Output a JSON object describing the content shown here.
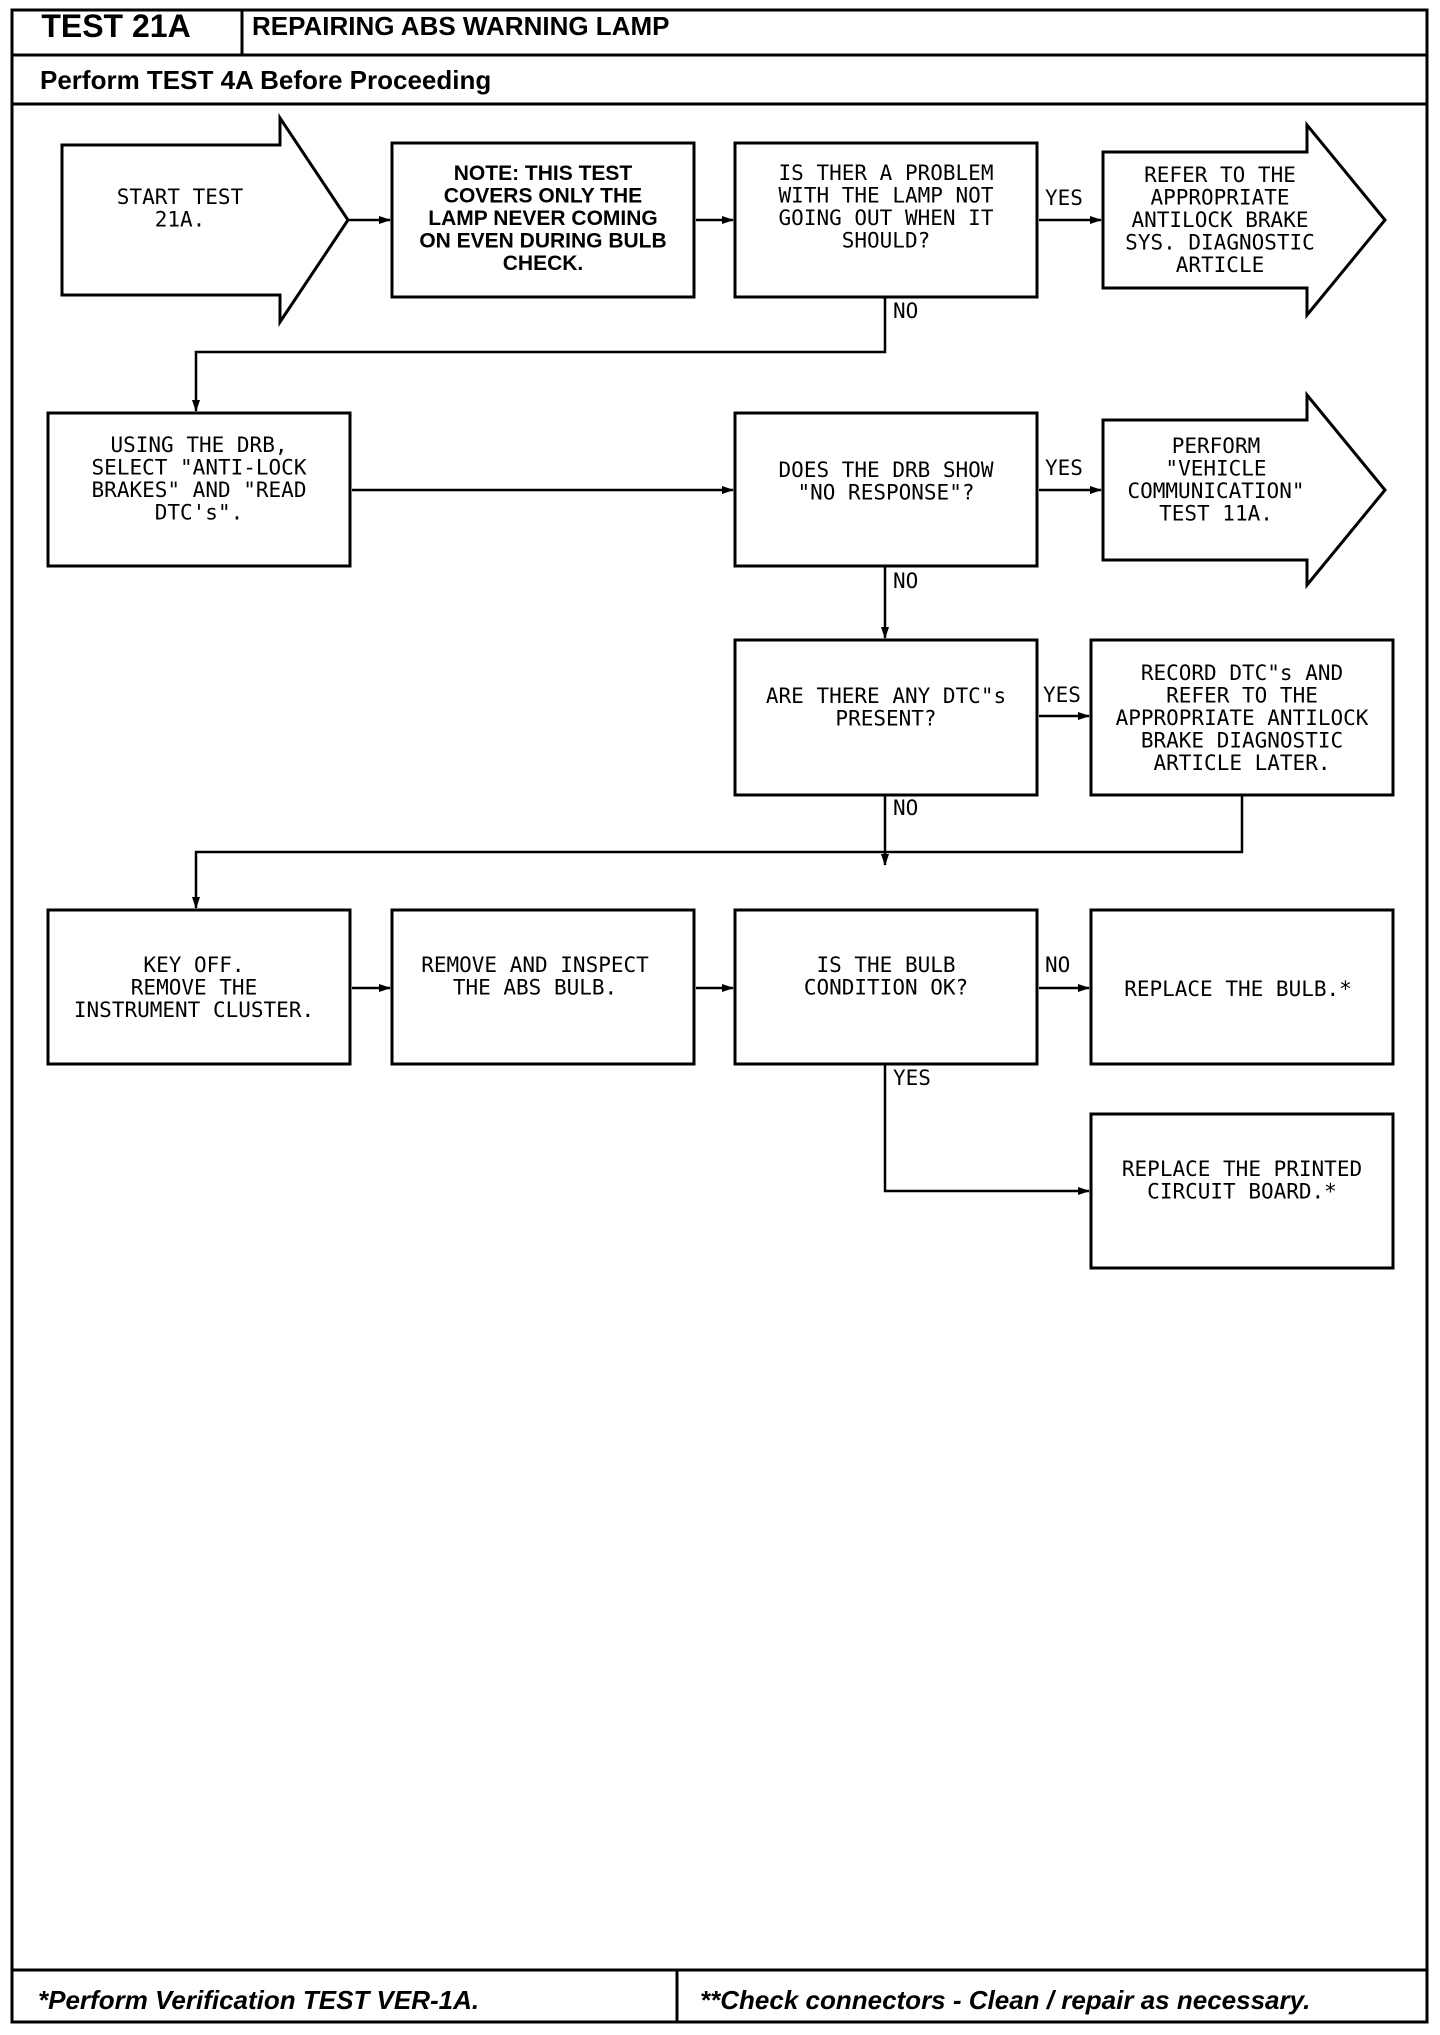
{
  "header": {
    "test_id": "TEST 21A",
    "title": "REPAIRING ABS WARNING LAMP",
    "prerequisite": "Perform TEST 4A Before Proceeding"
  },
  "nodes": {
    "start": [
      "START TEST",
      "21A."
    ],
    "note": [
      "NOTE: THIS TEST",
      "COVERS ONLY THE",
      "LAMP NEVER COMING",
      "ON EVEN DURING BULB",
      "CHECK."
    ],
    "q_not_out": [
      "IS THER A PROBLEM",
      "WITH THE LAMP NOT",
      "GOING OUT WHEN IT",
      "SHOULD?"
    ],
    "refer_abs": [
      "REFER TO THE",
      "APPROPRIATE",
      "ANTILOCK BRAKE",
      "SYS. DIAGNOSTIC",
      "ARTICLE"
    ],
    "use_drb": [
      "USING THE DRB,",
      "SELECT \"ANTI-LOCK",
      "BRAKES\" AND \"READ",
      "DTC's\"."
    ],
    "q_drb": [
      "DOES THE DRB SHOW",
      "\"NO RESPONSE\"?"
    ],
    "perform_comm": [
      "PERFORM",
      "\"VEHICLE",
      "COMMUNICATION\"",
      "TEST 11A."
    ],
    "q_dtc": [
      "ARE THERE ANY DTC\"s",
      "PRESENT?"
    ],
    "record_dtc": [
      "RECORD DTC\"s AND",
      "REFER TO THE",
      "APPROPRIATE ANTILOCK",
      "BRAKE DIAGNOSTIC",
      "ARTICLE LATER."
    ],
    "key_off": [
      "KEY OFF.",
      "REMOVE THE",
      "INSTRUMENT CLUSTER."
    ],
    "inspect": [
      "REMOVE AND INSPECT",
      "THE ABS BULB."
    ],
    "q_bulb": [
      "IS THE BULB",
      "CONDITION OK?"
    ],
    "replace_bulb": [
      "REPLACE THE BULB.*"
    ],
    "replace_pcb": [
      "REPLACE THE PRINTED",
      "CIRCUIT BOARD.*"
    ]
  },
  "labels": {
    "yes": "YES",
    "no": "NO"
  },
  "footer": {
    "left": "*Perform Verification TEST VER-1A.",
    "right": "**Check connectors  -  Clean / repair as necessary."
  }
}
